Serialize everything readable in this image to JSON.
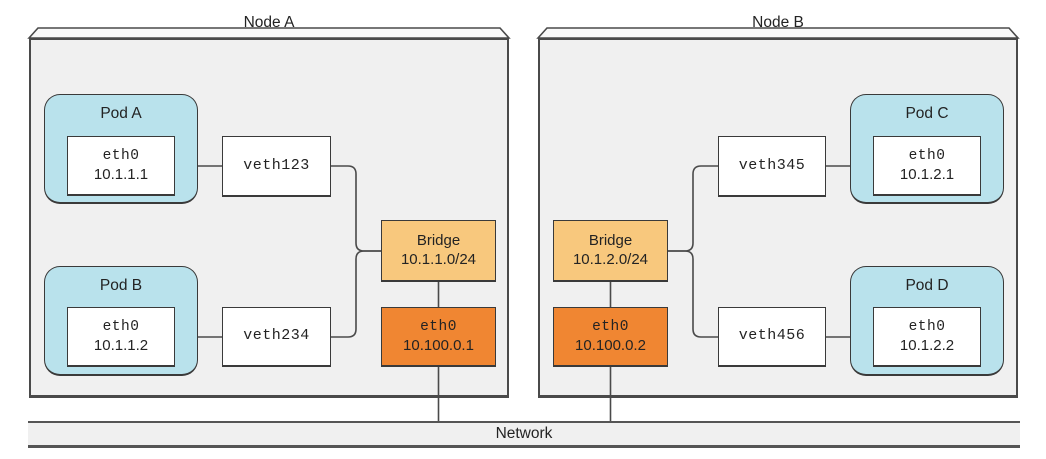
{
  "network_label": "Network",
  "colors": {
    "node_fill": "#f0f0f0",
    "pod_fill": "#b9e2ec",
    "bridge_fill": "#f8c87d",
    "nic_fill": "#f08632",
    "line_color": "#4a4a4a"
  },
  "nodes": [
    {
      "title": "Node A",
      "pods": [
        {
          "name": "Pod A",
          "iface": "eth0",
          "ip": "10.1.1.1"
        },
        {
          "name": "Pod B",
          "iface": "eth0",
          "ip": "10.1.1.2"
        }
      ],
      "veths": [
        "veth123",
        "veth234"
      ],
      "bridge": {
        "label": "Bridge",
        "cidr": "10.1.1.0/24"
      },
      "nic": {
        "iface": "eth0",
        "ip": "10.100.0.1"
      }
    },
    {
      "title": "Node B",
      "pods": [
        {
          "name": "Pod C",
          "iface": "eth0",
          "ip": "10.1.2.1"
        },
        {
          "name": "Pod D",
          "iface": "eth0",
          "ip": "10.1.2.2"
        }
      ],
      "veths": [
        "veth345",
        "veth456"
      ],
      "bridge": {
        "label": "Bridge",
        "cidr": "10.1.2.0/24"
      },
      "nic": {
        "iface": "eth0",
        "ip": "10.100.0.2"
      }
    }
  ]
}
